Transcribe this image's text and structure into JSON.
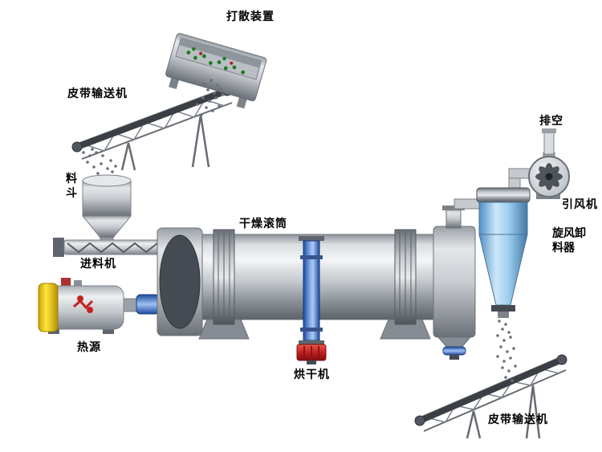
{
  "labels": {
    "scatter_device": "打散装置",
    "belt_conveyor_top": "皮带输送机",
    "hopper": "料斗",
    "feeder": "进料机",
    "heat_source": "热源",
    "drying_drum": "干燥滚筒",
    "dryer": "烘干机",
    "exhaust": "排空",
    "induced_draft_fan": "引风机",
    "cyclone_discharger": "旋风卸料器",
    "belt_conveyor_bottom": "皮带输送机"
  },
  "colors": {
    "background": "#ffffff",
    "metal_gray": "#b9bec4",
    "pipe_blue": "#3f6fc4",
    "cyclone_blue": "#8fc0e8",
    "heat_source_yellow": "#f2d200",
    "valve_red": "#c62828",
    "material_green": "#1e7a1e",
    "particle_gray": "#6b7178"
  }
}
